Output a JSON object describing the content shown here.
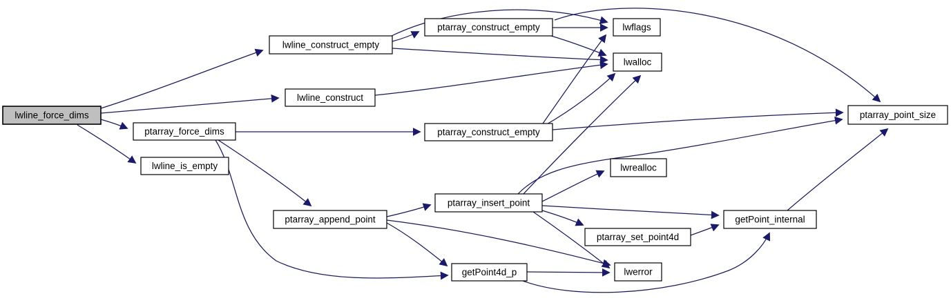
{
  "diagram": {
    "kind": "doxygen-call-graph",
    "background": "#ffffff",
    "edge_color": "#191970",
    "node_fill": "#ffffff",
    "node_border": "#000000",
    "root_fill": "#bfbfbf",
    "nodes": [
      {
        "id": "lwline_force_dims",
        "label": "lwline_force_dims",
        "root": true
      },
      {
        "id": "ptarray_force_dims",
        "label": "ptarray_force_dims"
      },
      {
        "id": "lwline_is_empty",
        "label": "lwline_is_empty"
      },
      {
        "id": "lwline_construct_empty",
        "label": "lwline_construct_empty"
      },
      {
        "id": "lwline_construct",
        "label": "lwline_construct"
      },
      {
        "id": "ptarray_construct_empty_1",
        "label": "ptarray_construct_empty"
      },
      {
        "id": "ptarray_construct_empty_2",
        "label": "ptarray_construct_empty"
      },
      {
        "id": "lwflags",
        "label": "lwflags"
      },
      {
        "id": "lwalloc",
        "label": "lwalloc"
      },
      {
        "id": "lwrealloc",
        "label": "lwrealloc"
      },
      {
        "id": "ptarray_insert_point",
        "label": "ptarray_insert_point"
      },
      {
        "id": "ptarray_append_point",
        "label": "ptarray_append_point"
      },
      {
        "id": "getPoint4d_p",
        "label": "getPoint4d_p"
      },
      {
        "id": "ptarray_set_point4d",
        "label": "ptarray_set_point4d"
      },
      {
        "id": "lwerror",
        "label": "lwerror"
      },
      {
        "id": "getPoint_internal",
        "label": "getPoint_internal"
      },
      {
        "id": "ptarray_point_size",
        "label": "ptarray_point_size"
      }
    ],
    "edges": [
      {
        "from": "lwline_force_dims",
        "to": "lwline_construct_empty"
      },
      {
        "from": "lwline_force_dims",
        "to": "lwline_construct"
      },
      {
        "from": "lwline_force_dims",
        "to": "ptarray_force_dims"
      },
      {
        "from": "lwline_force_dims",
        "to": "lwline_is_empty"
      },
      {
        "from": "lwline_construct_empty",
        "to": "ptarray_construct_empty_1"
      },
      {
        "from": "lwline_construct_empty",
        "to": "lwflags"
      },
      {
        "from": "lwline_construct_empty",
        "to": "lwalloc"
      },
      {
        "from": "lwline_construct",
        "to": "lwalloc"
      },
      {
        "from": "ptarray_construct_empty_1",
        "to": "lwflags"
      },
      {
        "from": "ptarray_construct_empty_1",
        "to": "lwalloc"
      },
      {
        "from": "ptarray_construct_empty_1",
        "to": "ptarray_point_size"
      },
      {
        "from": "ptarray_construct_empty_2",
        "to": "lwflags"
      },
      {
        "from": "ptarray_construct_empty_2",
        "to": "lwalloc"
      },
      {
        "from": "ptarray_construct_empty_2",
        "to": "ptarray_point_size"
      },
      {
        "from": "ptarray_force_dims",
        "to": "ptarray_construct_empty_2"
      },
      {
        "from": "ptarray_force_dims",
        "to": "ptarray_append_point"
      },
      {
        "from": "ptarray_force_dims",
        "to": "getPoint4d_p"
      },
      {
        "from": "ptarray_append_point",
        "to": "ptarray_insert_point"
      },
      {
        "from": "ptarray_append_point",
        "to": "getPoint4d_p"
      },
      {
        "from": "ptarray_append_point",
        "to": "lwerror"
      },
      {
        "from": "ptarray_insert_point",
        "to": "lwalloc"
      },
      {
        "from": "ptarray_insert_point",
        "to": "lwrealloc"
      },
      {
        "from": "ptarray_insert_point",
        "to": "ptarray_point_size"
      },
      {
        "from": "ptarray_insert_point",
        "to": "getPoint_internal"
      },
      {
        "from": "ptarray_insert_point",
        "to": "ptarray_set_point4d"
      },
      {
        "from": "ptarray_insert_point",
        "to": "lwerror"
      },
      {
        "from": "getPoint4d_p",
        "to": "lwerror"
      },
      {
        "from": "getPoint4d_p",
        "to": "getPoint_internal"
      },
      {
        "from": "ptarray_set_point4d",
        "to": "getPoint_internal"
      },
      {
        "from": "getPoint_internal",
        "to": "ptarray_point_size"
      }
    ]
  }
}
